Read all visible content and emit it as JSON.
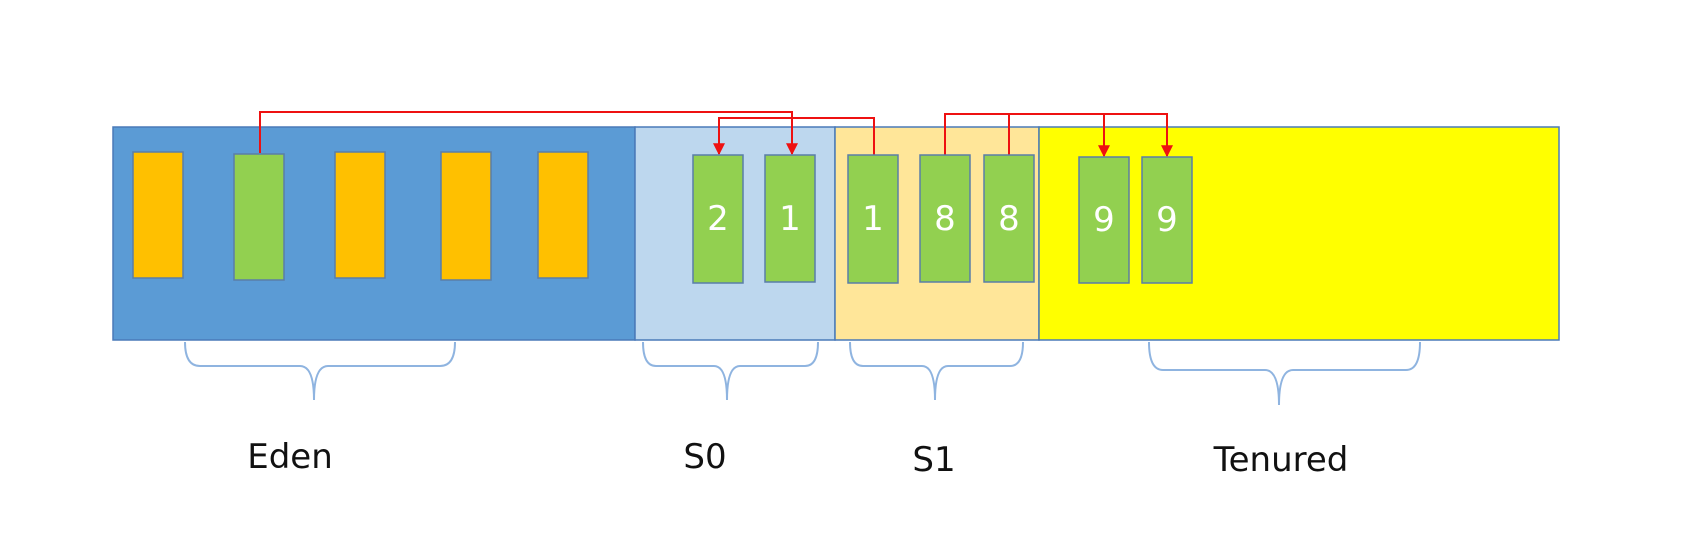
{
  "colors": {
    "eden_fill": "#5b9bd5",
    "s0_fill": "#bdd7ee",
    "s1_fill": "#ffe699",
    "tenured_fill": "#ffff00",
    "old_object_fill": "#ffc000",
    "live_object_fill": "#92d050",
    "arrow": "#ee1111",
    "brace": "#8fb4e0"
  },
  "regions": {
    "eden": {
      "label": "Eden"
    },
    "s0": {
      "label": "S0"
    },
    "s1": {
      "label": "S1"
    },
    "tenured": {
      "label": "Tenured"
    }
  },
  "objects": {
    "eden_1": {
      "type": "orange",
      "age": ""
    },
    "eden_2": {
      "type": "green",
      "age": ""
    },
    "eden_3": {
      "type": "orange",
      "age": ""
    },
    "eden_4": {
      "type": "orange",
      "age": ""
    },
    "eden_5": {
      "type": "orange",
      "age": ""
    },
    "s0_1": {
      "type": "green",
      "age": "2"
    },
    "s0_2": {
      "type": "green",
      "age": "1"
    },
    "s1_1": {
      "type": "green",
      "age": "1"
    },
    "s1_2": {
      "type": "green",
      "age": "8"
    },
    "s1_3": {
      "type": "green",
      "age": "8"
    },
    "tenured_1": {
      "type": "green",
      "age": "9"
    },
    "tenured_2": {
      "type": "green",
      "age": "9"
    }
  },
  "arrows": [
    {
      "from": "eden_2",
      "to": "s0_2"
    },
    {
      "from": "s1_1",
      "to": "s0_1"
    },
    {
      "from": "s1_2",
      "to": "tenured_1"
    },
    {
      "from": "s1_3",
      "to": "tenured_2"
    }
  ]
}
